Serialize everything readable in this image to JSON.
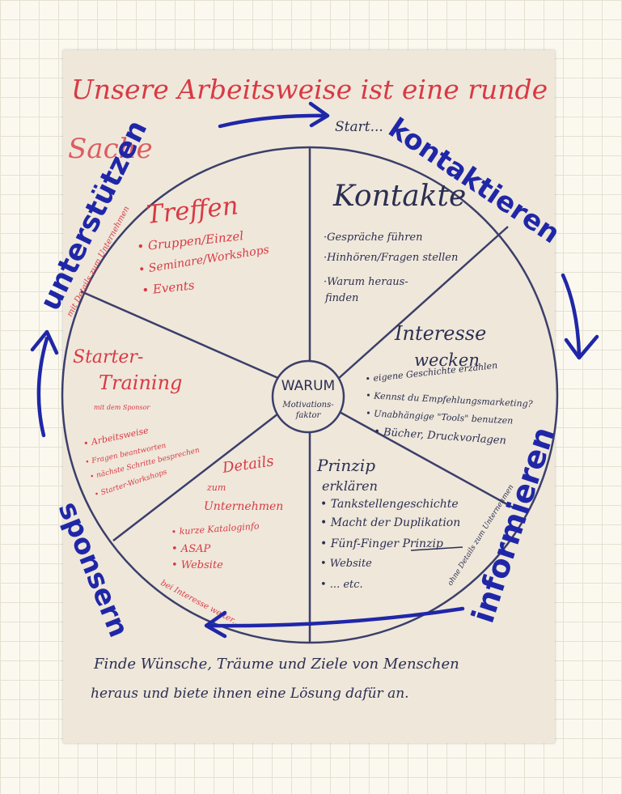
{
  "heading": {
    "line1": "Unsere Arbeitsweise ist eine runde",
    "line2": "Sache"
  },
  "start_label": "Start...",
  "arrow_words": {
    "kontaktieren": "kontaktieren",
    "informieren": "informieren",
    "sponsern": "sponsern",
    "unterstuetzen": "unterstützen"
  },
  "center": {
    "title": "WARUM",
    "subtitle_line1": "Motivations-",
    "subtitle_line2": "faktor"
  },
  "segments": {
    "kontakte": {
      "title": "Kontakte",
      "items": [
        "·Gespräche führen",
        "·Hinhören/Fragen stellen",
        "·Warum heraus-",
        "finden"
      ]
    },
    "interesse": {
      "title_line1": "Interesse",
      "title_line2": "wecken",
      "items": [
        "• eigene Geschichte erzählen",
        "• Kennst du Empfehlungsmarketing?",
        "• Unabhängige \"Tools\" benutzen",
        "• Bücher, Druckvorlagen"
      ]
    },
    "prinzip": {
      "title_line1": "Prinzip",
      "title_line2": "erklären",
      "items": [
        "• Tankstellengeschichte",
        "• Macht der Duplikation",
        "• Fünf-Finger Prinzip",
        "• Website",
        "• ... etc."
      ]
    },
    "details": {
      "title_line1": "Details",
      "title_line2": "zum",
      "title_line3": "Unternehmen",
      "items": [
        "• kurze Kataloginfo",
        "• ASAP",
        "• Website"
      ]
    },
    "starter": {
      "title_line1": "Starter-",
      "title_line2": "Training",
      "subtitle": "mit dem Sponsor",
      "items": [
        "• Arbeitsweise",
        "• Fragen beantworten",
        "• nächste Schritte besprechen",
        "• Starter-Workshops"
      ]
    },
    "treffen": {
      "title": "Treffen",
      "items": [
        "• Gruppen/Einzel",
        "• Seminare/Workshops",
        "• Events"
      ]
    }
  },
  "rim_notes": {
    "upper_left": "mit Details zum Unternehmen",
    "lower_right": "ohne Details zum Unternehmen",
    "bottom": "bei Interesse weiter..."
  },
  "footer": {
    "line1": "Finde Wünsche, Träume und Ziele von Menschen",
    "line2": "heraus und biete ihnen eine Lösung dafür an."
  }
}
